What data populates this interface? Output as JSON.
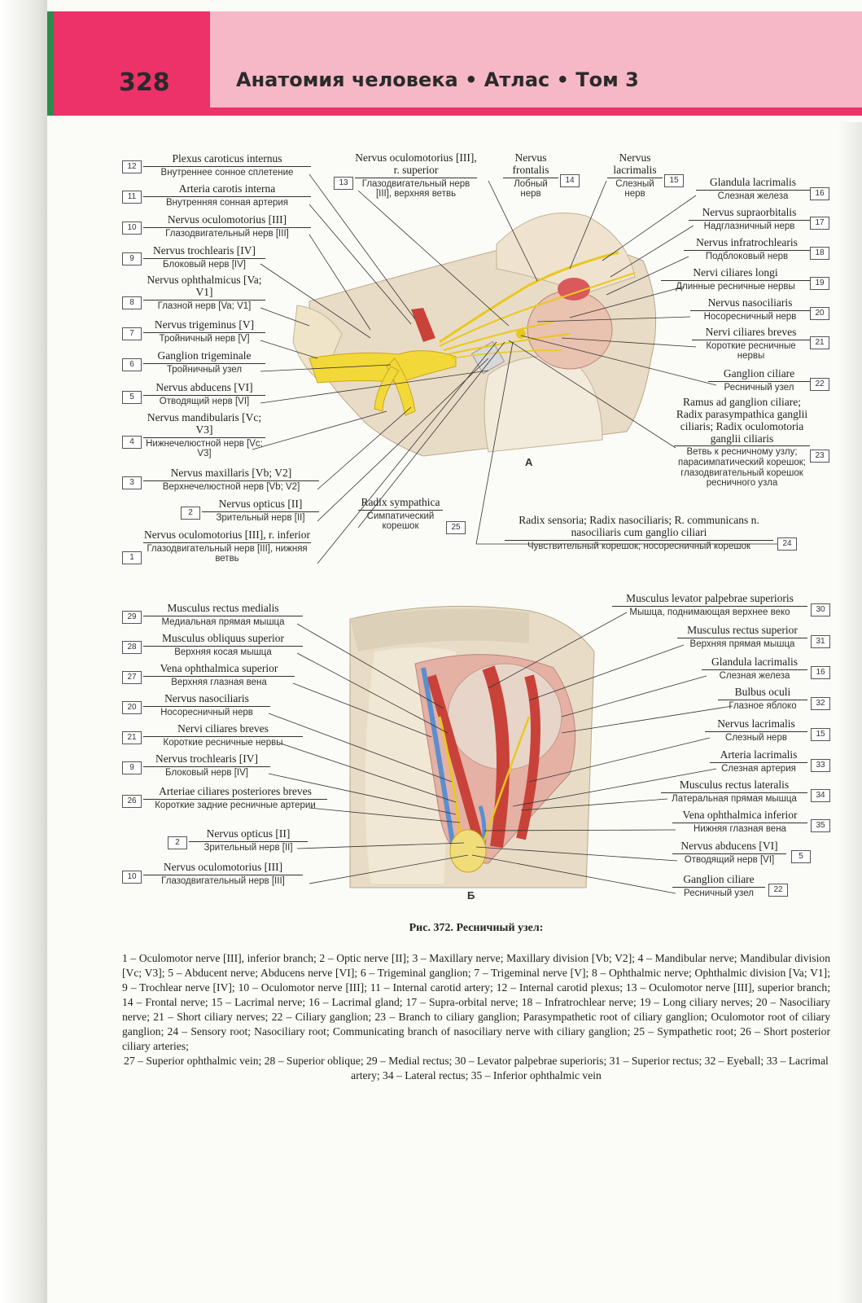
{
  "header": {
    "page_number": "328",
    "title": "Анатомия человека • Атлас • Том 3"
  },
  "figure_a": {
    "letter": "А",
    "left_labels": [
      {
        "num": "12",
        "lat": "Plexus caroticus internus",
        "rus": "Внутреннее сонное сплетение"
      },
      {
        "num": "11",
        "lat": "Arteria carotis interna",
        "rus": "Внутренняя сонная артерия"
      },
      {
        "num": "10",
        "lat": "Nervus oculomotorius [III]",
        "rus": "Глазодвигательный нерв [III]"
      },
      {
        "num": "9",
        "lat": "Nervus trochlearis [IV]",
        "rus": "Блоковый нерв [IV]"
      },
      {
        "num": "8",
        "lat": "Nervus ophthalmicus [Va; V1]",
        "rus": "Глазной нерв [Va; V1]"
      },
      {
        "num": "7",
        "lat": "Nervus trigeminus [V]",
        "rus": "Тройничный нерв [V]"
      },
      {
        "num": "6",
        "lat": "Ganglion trigeminale",
        "rus": "Тройничный узел"
      },
      {
        "num": "5",
        "lat": "Nervus abducens [VI]",
        "rus": "Отводящий нерв [VI]"
      },
      {
        "num": "4",
        "lat": "Nervus mandibularis [Vc; V3]",
        "rus": "Нижнечелюстной нерв [Vc; V3]"
      },
      {
        "num": "3",
        "lat": "Nervus maxillaris [Vb; V2]",
        "rus": "Верхнечелюстной нерв [Vb; V2]"
      },
      {
        "num": "2",
        "lat": "Nervus opticus [II]",
        "rus": "Зрительный нерв [II]"
      },
      {
        "num": "1",
        "lat": "Nervus oculomotorius [III], r. inferior",
        "rus": "Глазодвигательный нерв [III], нижняя ветвь"
      }
    ],
    "top_labels": [
      {
        "num": "13",
        "lat": "Nervus oculomotorius [III], r. superior",
        "rus": "Глазодвигательный нерв [III], верхняя ветвь"
      },
      {
        "num": "14",
        "lat": "Nervus frontalis",
        "rus": "Лобный нерв"
      },
      {
        "num": "15",
        "lat": "Nervus lacrimalis",
        "rus": "Слезный нерв"
      }
    ],
    "right_labels": [
      {
        "num": "16",
        "lat": "Glandula lacrimalis",
        "rus": "Слезная железа"
      },
      {
        "num": "17",
        "lat": "Nervus supraorbitalis",
        "rus": "Надглазничный нерв"
      },
      {
        "num": "18",
        "lat": "Nervus infratrochlearis",
        "rus": "Подблоковый нерв"
      },
      {
        "num": "19",
        "lat": "Nervi ciliares longi",
        "rus": "Длинные ресничные нервы"
      },
      {
        "num": "20",
        "lat": "Nervus nasociliaris",
        "rus": "Носоресничный нерв"
      },
      {
        "num": "21",
        "lat": "Nervi ciliares breves",
        "rus": "Короткие ресничные нервы"
      },
      {
        "num": "22",
        "lat": "Ganglion ciliare",
        "rus": "Ресничный узел"
      },
      {
        "num": "23",
        "lat": "Ramus ad ganglion ciliare; Radix parasympathica ganglii ciliaris; Radix oculomotoria ganglii ciliaris",
        "rus": "Ветвь к ресничному узлу; парасимпатический корешок; глазодвигательный корешок ресничного узла"
      }
    ],
    "bottom_labels": [
      {
        "num": "25",
        "lat": "Radix sympathica",
        "rus": "Симпатический корешок"
      },
      {
        "num": "24",
        "lat": "Radix sensoria; Radix nasociliaris; R. communicans n. nasociliaris cum ganglio ciliari",
        "rus": "Чувствительный корешок; носоресничный корешок"
      }
    ]
  },
  "figure_b": {
    "letter": "Б",
    "left_labels": [
      {
        "num": "29",
        "lat": "Musculus rectus medialis",
        "rus": "Медиальная прямая мышца"
      },
      {
        "num": "28",
        "lat": "Musculus obliquus superior",
        "rus": "Верхняя косая мышца"
      },
      {
        "num": "27",
        "lat": "Vena ophthalmica superior",
        "rus": "Верхняя глазная вена"
      },
      {
        "num": "20",
        "lat": "Nervus nasociliaris",
        "rus": "Носоресничный нерв"
      },
      {
        "num": "21",
        "lat": "Nervi ciliares breves",
        "rus": "Короткие ресничные нервы"
      },
      {
        "num": "9",
        "lat": "Nervus trochlearis [IV]",
        "rus": "Блоковый нерв [IV]"
      },
      {
        "num": "26",
        "lat": "Arteriae ciliares posteriores breves",
        "rus": "Короткие задние ресничные артерии"
      },
      {
        "num": "2",
        "lat": "Nervus opticus [II]",
        "rus": "Зрительный нерв [II]"
      },
      {
        "num": "10",
        "lat": "Nervus oculomotorius [III]",
        "rus": "Глазодвигательный нерв [III]"
      }
    ],
    "right_labels": [
      {
        "num": "30",
        "lat": "Musculus levator palpebrae superioris",
        "rus": "Мышца, поднимающая верхнее веко"
      },
      {
        "num": "31",
        "lat": "Musculus rectus superior",
        "rus": "Верхняя прямая мышца"
      },
      {
        "num": "16",
        "lat": "Glandula lacrimalis",
        "rus": "Слезная железа"
      },
      {
        "num": "32",
        "lat": "Bulbus oculi",
        "rus": "Глазное яблоко"
      },
      {
        "num": "15",
        "lat": "Nervus lacrimalis",
        "rus": "Слезный нерв"
      },
      {
        "num": "33",
        "lat": "Arteria lacrimalis",
        "rus": "Слезная артерия"
      },
      {
        "num": "34",
        "lat": "Musculus rectus lateralis",
        "rus": "Латеральная прямая мышца"
      },
      {
        "num": "35",
        "lat": "Vena ophthalmica inferior",
        "rus": "Нижняя глазная вена"
      },
      {
        "num": "5",
        "lat": "Nervus abducens [VI]",
        "rus": "Отводящий нерв [VI]"
      },
      {
        "num": "22",
        "lat": "Ganglion ciliare",
        "rus": "Ресничный узел"
      }
    ]
  },
  "caption": {
    "title": "Рис. 372. Ресничный узел:",
    "legend": "1 – Oculomotor nerve [III], inferior branch; 2 – Optic nerve [II]; 3 – Maxillary nerve; Maxillary division [Vb; V2]; 4 – Mandibular nerve; Mandibular division [Vc; V3]; 5 – Abducent nerve; Abducens nerve [VI]; 6 – Trigeminal ganglion; 7 – Trigeminal nerve [V]; 8 – Ophthalmic nerve; Ophthalmic division [Va; V1]; 9 – Trochlear nerve [IV]; 10 – Oculomotor nerve [III]; 11 – Internal carotid artery; 12 – Internal carotid plexus; 13 – Oculomotor nerve [III], superior branch; 14 – Frontal nerve; 15 – Lacrimal nerve; 16 – Lacrimal gland; 17 – Supra-orbital nerve; 18 – Infratrochlear nerve; 19 – Long ciliary nerves; 20 – Nasociliary nerve; 21 – Short ciliary nerves; 22 – Ciliary ganglion; 23 – Branch to ciliary ganglion; Parasympathetic root of ciliary ganglion; Oculomotor root of ciliary ganglion; 24 – Sensory root; Nasociliary root; Communicating branch of nasociliary nerve with ciliary ganglion; 25 – Sympathetic root; 26 – Short posterior ciliary arteries;",
    "legend_last": "27 – Superior ophthalmic vein; 28 – Superior oblique; 29 – Medial rectus; 30 – Levator palpebrae superioris; 31 – Superior rectus; 32 – Eyeball; 33 – Lacrimal artery; 34 – Lateral rectus; 35 – Inferior ophthalmic vein"
  },
  "colors": {
    "header_pink": "#ec3268",
    "header_light_pink": "#f6b7c7",
    "header_green": "#2e8a4a",
    "nerve_yellow": "#f3d83a",
    "muscle_red": "#c8423a",
    "vein_blue": "#5a8fd0",
    "bone_beige": "#e9dcc6"
  }
}
